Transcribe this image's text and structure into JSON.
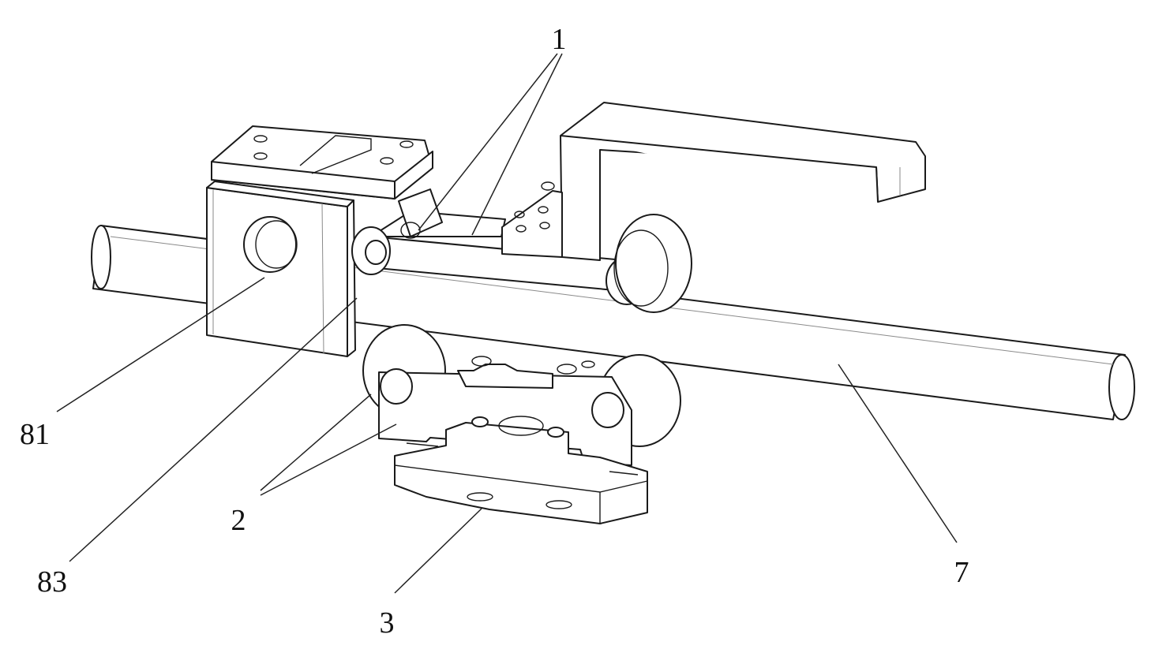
{
  "labels": {
    "part_1": "1",
    "part_2": "2",
    "part_3": "3",
    "part_7": "7",
    "part_81": "81",
    "part_83": "83"
  }
}
